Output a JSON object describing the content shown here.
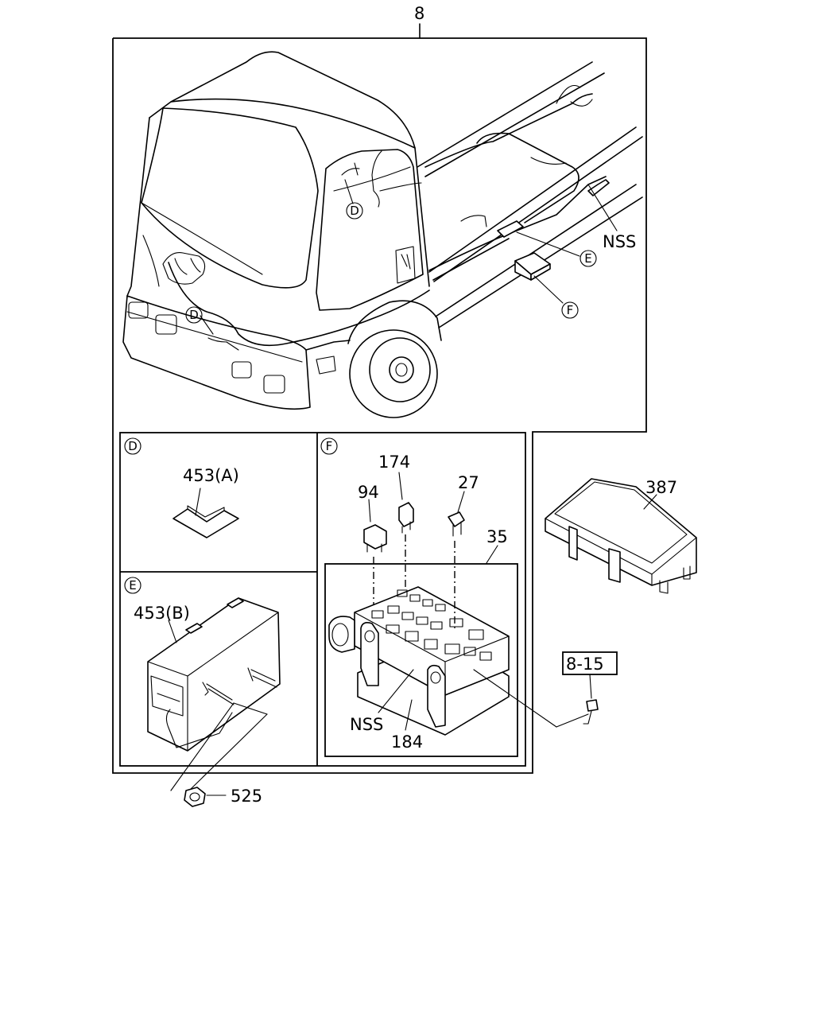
{
  "labels": {
    "assembly": "8",
    "nss_top": "NSS",
    "nss_fusebox": "NSS",
    "cover": "387",
    "bolt_ref": "8-15",
    "nut": "525",
    "part_174": "174",
    "part_94": "94",
    "part_27": "27",
    "part_35": "35",
    "part_184": "184",
    "panel_d_part": "453(A)",
    "panel_e_part": "453(B)"
  },
  "callouts": {
    "d1": "D",
    "d2": "D",
    "e1": "E",
    "f1": "F",
    "panel_d": "D",
    "panel_e": "E",
    "panel_f": "F"
  }
}
